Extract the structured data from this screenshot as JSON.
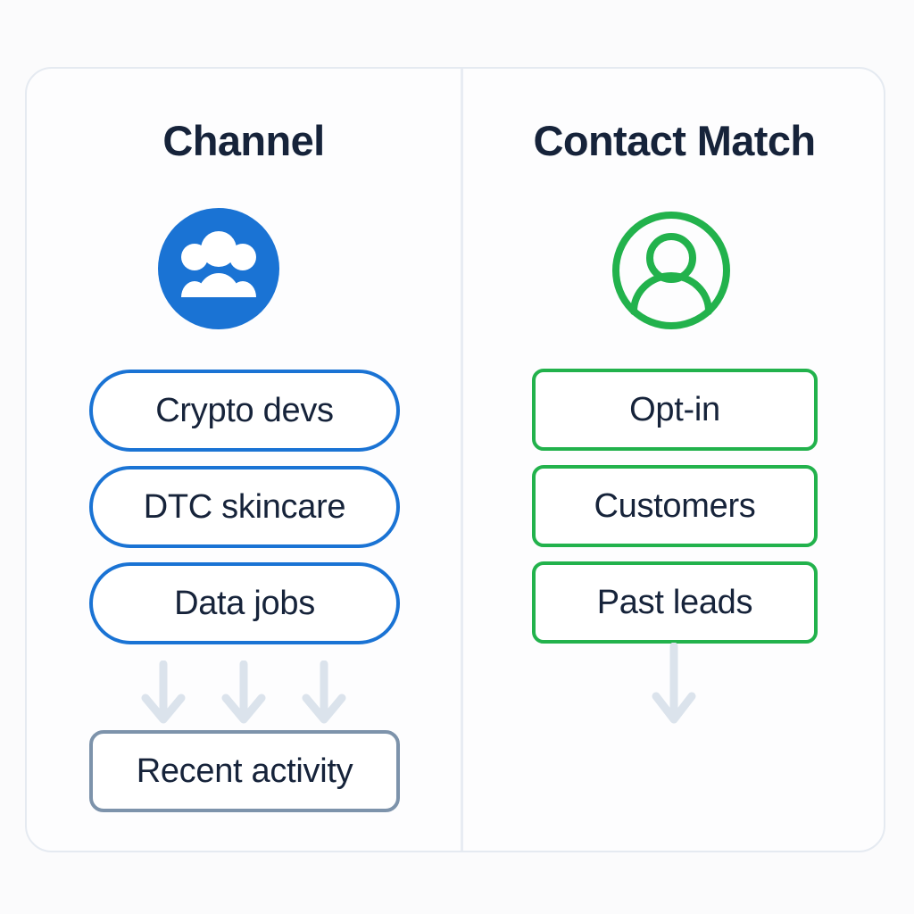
{
  "canvas": {
    "background_color": "#fbfbfc",
    "card_background_color": "#fdfdfe",
    "card_border_color": "#e5eaf1",
    "divider_color": "#e8ecf3"
  },
  "columns": [
    {
      "key": "channel",
      "title": "Channel",
      "accent_color": "#1a73d4",
      "icon": "group-people-icon",
      "icon_style": "filled-circle",
      "items": [
        {
          "label": "Crypto devs"
        },
        {
          "label": "DTC skincare"
        },
        {
          "label": "Data jobs"
        }
      ],
      "arrows": {
        "count": 3,
        "color": "#dbe3ec",
        "direction": "down"
      },
      "outcome": {
        "label": "Recent activity",
        "border_color": "#7d93ab",
        "text_color": "#16233a"
      }
    },
    {
      "key": "contact_match",
      "title": "Contact Match",
      "accent_color": "#22b24c",
      "icon": "person-circle-icon",
      "icon_style": "outlined-circle",
      "items": [
        {
          "label": "Opt-in"
        },
        {
          "label": "Customers"
        },
        {
          "label": "Past leads"
        }
      ],
      "arrows": {
        "count": 1,
        "color": "#dbe3ec",
        "direction": "down"
      },
      "outcome": null
    }
  ],
  "text_colors": {
    "title": "#16233a",
    "item": "#16233a"
  }
}
